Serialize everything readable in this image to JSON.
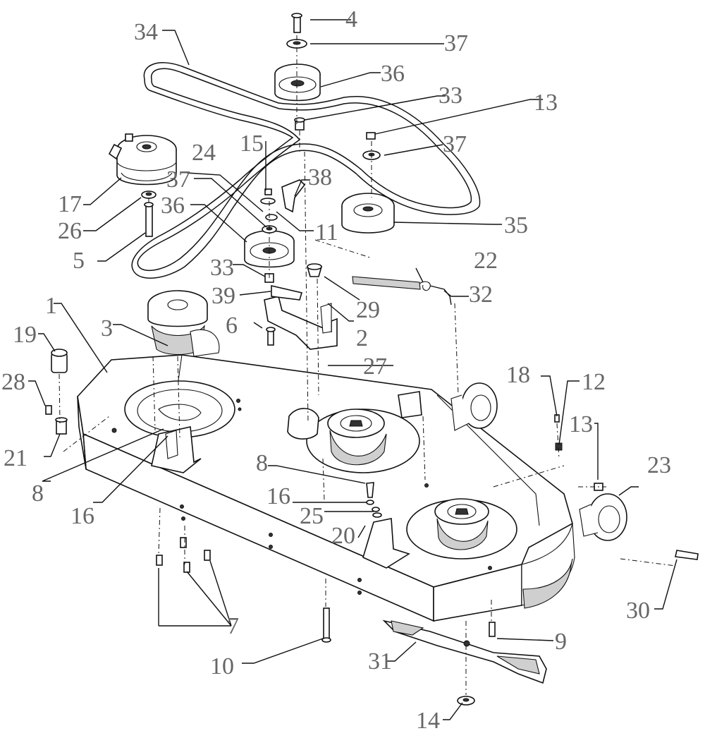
{
  "diagram": {
    "callouts": [
      "1",
      "2",
      "3",
      "4",
      "5",
      "6",
      "7",
      "8",
      "8",
      "9",
      "10",
      "11",
      "12",
      "13",
      "13",
      "14",
      "15",
      "16",
      "16",
      "17",
      "18",
      "19",
      "20",
      "21",
      "22",
      "23",
      "24",
      "25",
      "26",
      "27",
      "28",
      "29",
      "30",
      "31",
      "32",
      "33",
      "33",
      "34",
      "35",
      "36",
      "36",
      "37",
      "37",
      "37",
      "38",
      "39"
    ]
  },
  "colors": {
    "line": "#111111",
    "label": "#666666",
    "background": "#ffffff"
  }
}
